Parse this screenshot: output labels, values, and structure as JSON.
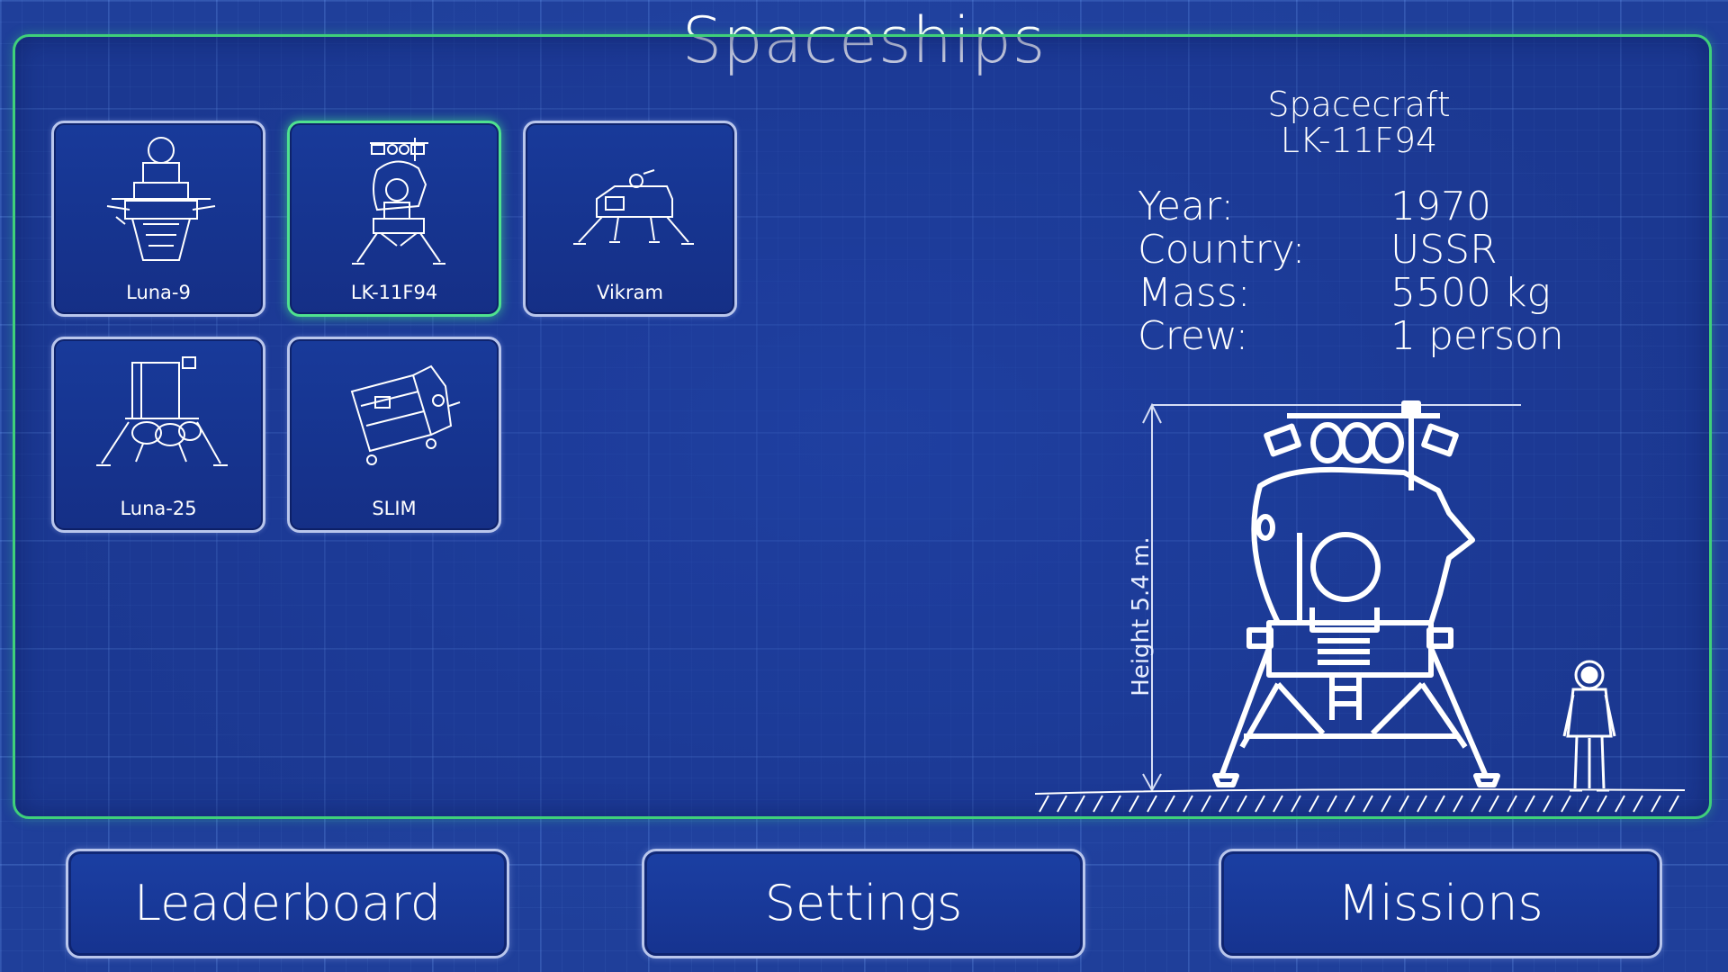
{
  "screen": {
    "title": "Spaceships"
  },
  "ships": [
    {
      "name": "Luna-9",
      "icon": "luna9-icon",
      "selected": false
    },
    {
      "name": "LK-11F94",
      "icon": "lk11f94-icon",
      "selected": true
    },
    {
      "name": "Vikram",
      "icon": "vikram-icon",
      "selected": false
    },
    {
      "name": "Luna-25",
      "icon": "luna25-icon",
      "selected": false
    },
    {
      "name": "SLIM",
      "icon": "slim-icon",
      "selected": false
    }
  ],
  "details": {
    "heading_line1": "Spacecraft",
    "heading_line2": "LK-11F94",
    "rows": [
      {
        "label": "Year:",
        "value": "1970"
      },
      {
        "label": "Country:",
        "value": "USSR"
      },
      {
        "label": "Mass:",
        "value": "5500 kg"
      },
      {
        "label": "Crew:",
        "value": "1 person"
      }
    ],
    "height_label": "Height 5.4 m."
  },
  "bottom_buttons": {
    "leaderboard": "Leaderboard",
    "settings": "Settings",
    "missions": "Missions"
  },
  "colors": {
    "background": "#1f3f9a",
    "panel_border": "#3fd07a",
    "card_border": "#b9c6ec",
    "selected_border": "#4fe28f"
  }
}
